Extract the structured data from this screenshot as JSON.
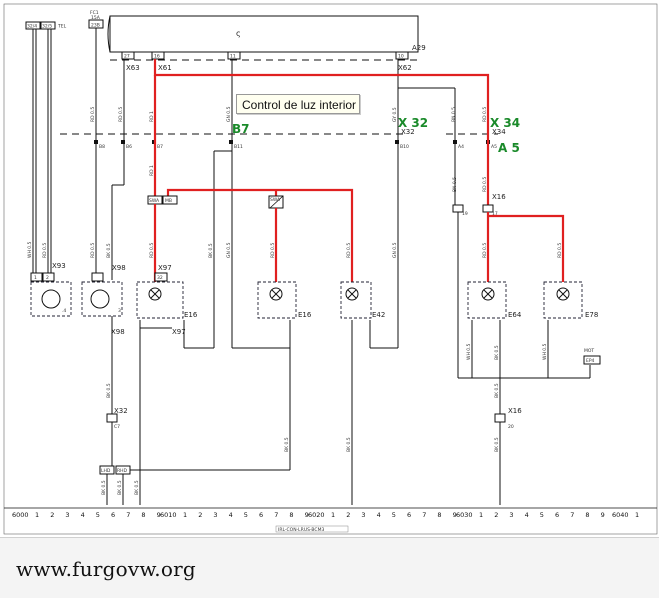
{
  "callout": "Control de luz interior",
  "top_labels": {
    "c1": "32/4",
    "c2": "32/5",
    "c3": "TEL",
    "fc": "FC1",
    "fc2": "15A",
    "conn": "23B",
    "a29": "A29",
    "x63": "X63",
    "x61": "X61",
    "x62": "X62",
    "p27": "27",
    "p16": "16",
    "p11": "11",
    "p10": "10"
  },
  "green_labels": {
    "b7": "B7",
    "x32": "X 32",
    "x34": "X 34",
    "a5": "A 5"
  },
  "connector_labels": {
    "x32": "X32",
    "x34": "X34",
    "x16": "X16",
    "x16b": "X16",
    "x93": "X93",
    "x98": "X98",
    "x98b": "X98",
    "x97": "X97",
    "x97b": "X97",
    "x32b": "X32",
    "e16": "E16",
    "e16b": "E16",
    "e42": "E42",
    "e64": "E64",
    "e78": "E78",
    "b8": "B8",
    "b6": "B6",
    "b7s": "B7",
    "b11": "B11",
    "b10": "B10",
    "a4": "A4",
    "a5s": "A5",
    "p19": "19",
    "p17": "17",
    "c7": "C7",
    "p20": "20",
    "p32": "32",
    "p4": ".4",
    "p3": "3",
    "p1": "1",
    "p2": "2"
  },
  "small_boxes": {
    "swa": "SWA",
    "mb": "MB",
    "s_a": "SWA",
    "lhd": "LHD",
    "rhd": "RHD",
    "k2": "K2",
    "ep": "EP4",
    "mot": "MOT"
  },
  "wire_codes": [
    "WH 0.5",
    "RD 0.5",
    "BK 0.5",
    "GN 0.5",
    "RD 1",
    "BK 1",
    "GY 0.5",
    "BN 0.5",
    "WH 0.5",
    "BK 1"
  ],
  "bottom_text": "IRL-CON-LRUS-BCM3",
  "scale_groups": [
    {
      "start": "6000",
      "ticks": [
        "1",
        "2",
        "3",
        "4",
        "5",
        "6",
        "7",
        "8",
        "9"
      ]
    },
    {
      "start": "6010",
      "ticks": [
        "1",
        "2",
        "3",
        "4",
        "5",
        "6",
        "7",
        "8",
        "9"
      ]
    },
    {
      "start": "6020",
      "ticks": [
        "1",
        "2",
        "3",
        "4",
        "5",
        "6",
        "7",
        "8",
        "9"
      ]
    },
    {
      "start": "6030",
      "ticks": [
        "1",
        "2",
        "3",
        "4",
        "5",
        "6",
        "7",
        "8",
        "9"
      ]
    },
    {
      "start": "6040",
      "ticks": [
        "1"
      ]
    }
  ],
  "watermark": "www.furgovw.org"
}
